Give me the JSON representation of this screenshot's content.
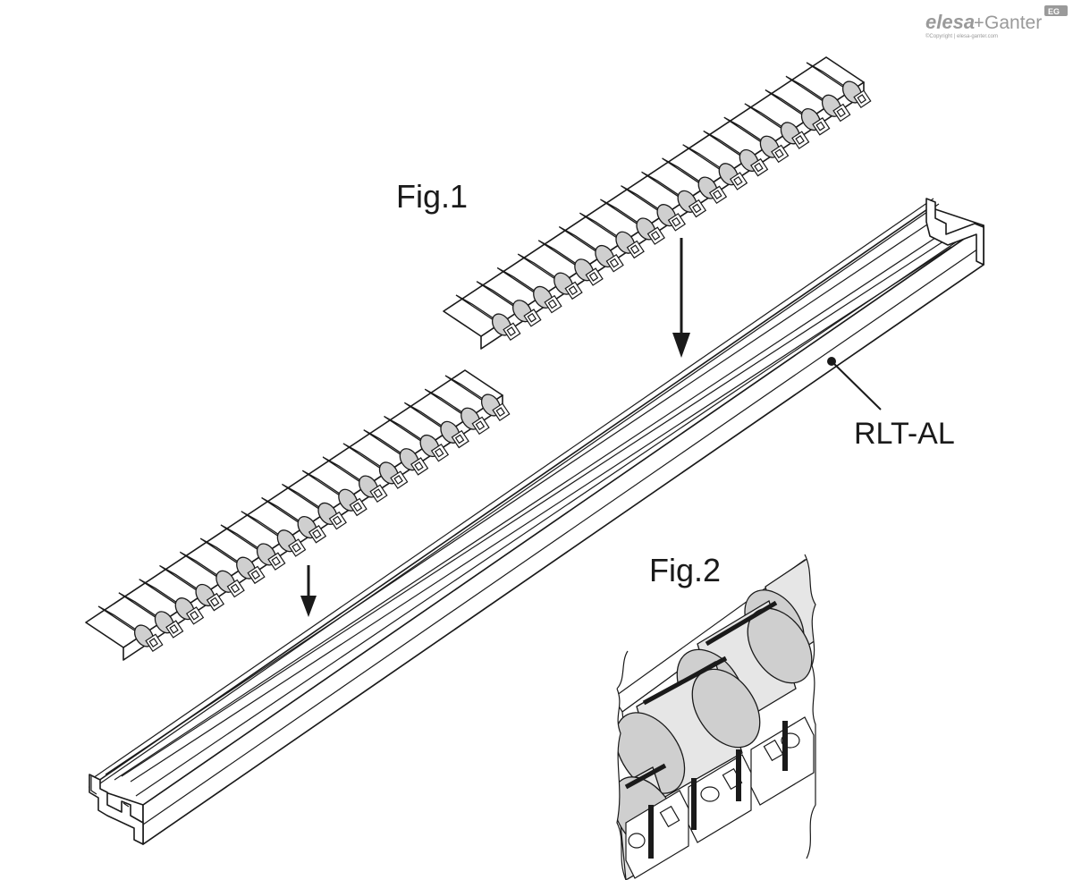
{
  "labels": {
    "fig1": "Fig.1",
    "fig2": "Fig.2",
    "rail": "RLT-AL"
  },
  "logo": {
    "brand": "elesa",
    "plus": "+",
    "brand2": "Ganter",
    "badge": "EG",
    "copyright": "©Copyright | elesa-ganter.com"
  },
  "colors": {
    "line": "#1a1a1a",
    "roller_fill": "#e6e6e6",
    "roller_end": "#cfcfcf",
    "logo_gray": "#9a9a9a"
  }
}
